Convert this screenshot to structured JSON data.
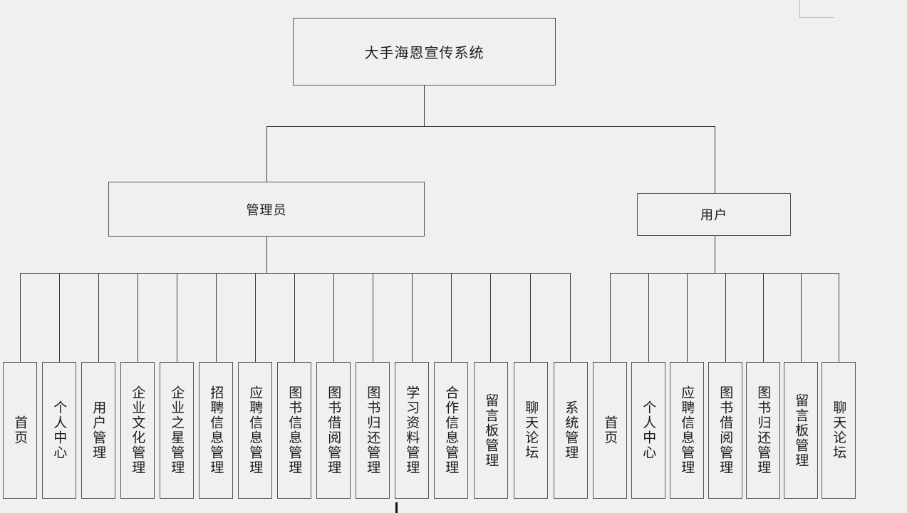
{
  "diagram": {
    "type": "organizational-tree",
    "root": {
      "label": "大手海恩宣传系统"
    },
    "branches": [
      {
        "label": "管理员"
      },
      {
        "label": "用户"
      }
    ],
    "admin_leaves": [
      {
        "label": "首页"
      },
      {
        "label": "个人中心"
      },
      {
        "label": "用户管理"
      },
      {
        "label": "企业文化管理"
      },
      {
        "label": "企业之星管理"
      },
      {
        "label": "招聘信息管理"
      },
      {
        "label": "应聘信息管理"
      },
      {
        "label": "图书信息管理"
      },
      {
        "label": "图书借阅管理"
      },
      {
        "label": "图书归还管理"
      },
      {
        "label": "学习资料管理"
      },
      {
        "label": "合作信息管理"
      },
      {
        "label": "留言板管理"
      },
      {
        "label": "聊天论坛"
      },
      {
        "label": "系统管理"
      }
    ],
    "user_leaves": [
      {
        "label": "首页"
      },
      {
        "label": "个人中心"
      },
      {
        "label": "应聘信息管理"
      },
      {
        "label": "图书借阅管理"
      },
      {
        "label": "图书归还管理"
      },
      {
        "label": "留言板管理"
      },
      {
        "label": "聊天论坛"
      }
    ],
    "colors": {
      "background": "#f0f0f0",
      "box_fill": "#f0f0f0",
      "box_border": "#555555",
      "connector": "#3a3a3a",
      "text": "#1a1a1a",
      "artifact": "#bdbdbd"
    }
  }
}
